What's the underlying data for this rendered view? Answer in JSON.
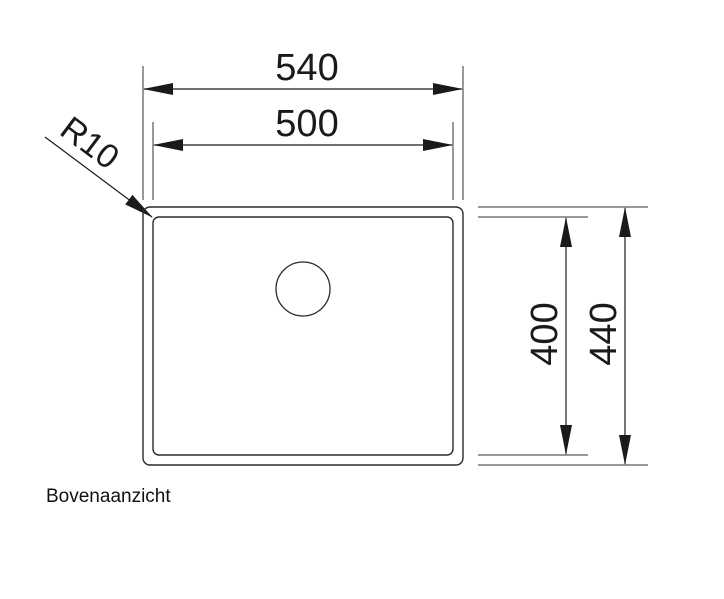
{
  "drawing": {
    "dimensions": {
      "outer_width": "540",
      "inner_width": "500",
      "inner_depth": "400",
      "outer_depth": "440",
      "corner_radius": "R10"
    }
  },
  "caption": "Bovenaanzicht"
}
